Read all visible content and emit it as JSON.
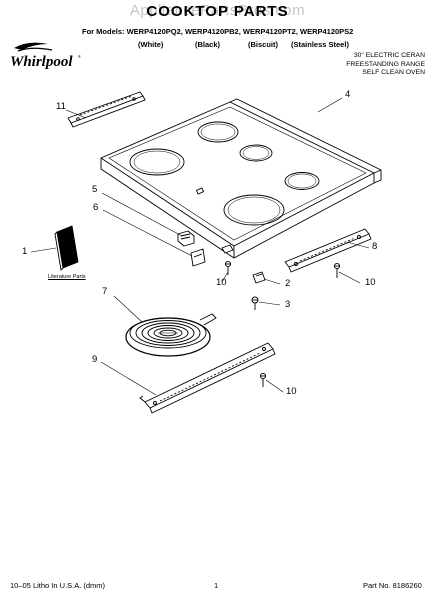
{
  "watermark": "AppliancePartsPros.com",
  "title": "COOKTOP PARTS",
  "models_line": "For Models: WERP4120PQ2, WERP4120PB2, WERP4120PT2, WERP4120PS2",
  "colors": [
    "(White)",
    "(Black)",
    "(Biscuit)",
    "(Stainless Steel)"
  ],
  "description": [
    "30\" ELECTRIC CERAN",
    "FREESTANDING RANGE",
    "SELF CLEAN OVEN"
  ],
  "brand": "Whirlpool",
  "literature_label": "Literature Parts",
  "callouts": [
    "11",
    "4",
    "5",
    "6",
    "1",
    "8",
    "10",
    "2",
    "10",
    "3",
    "7",
    "9",
    "10"
  ],
  "footer": {
    "left": "10–05 Litho In U.S.A. (dmm)",
    "center": "1",
    "right": "Part No. 8186260"
  }
}
